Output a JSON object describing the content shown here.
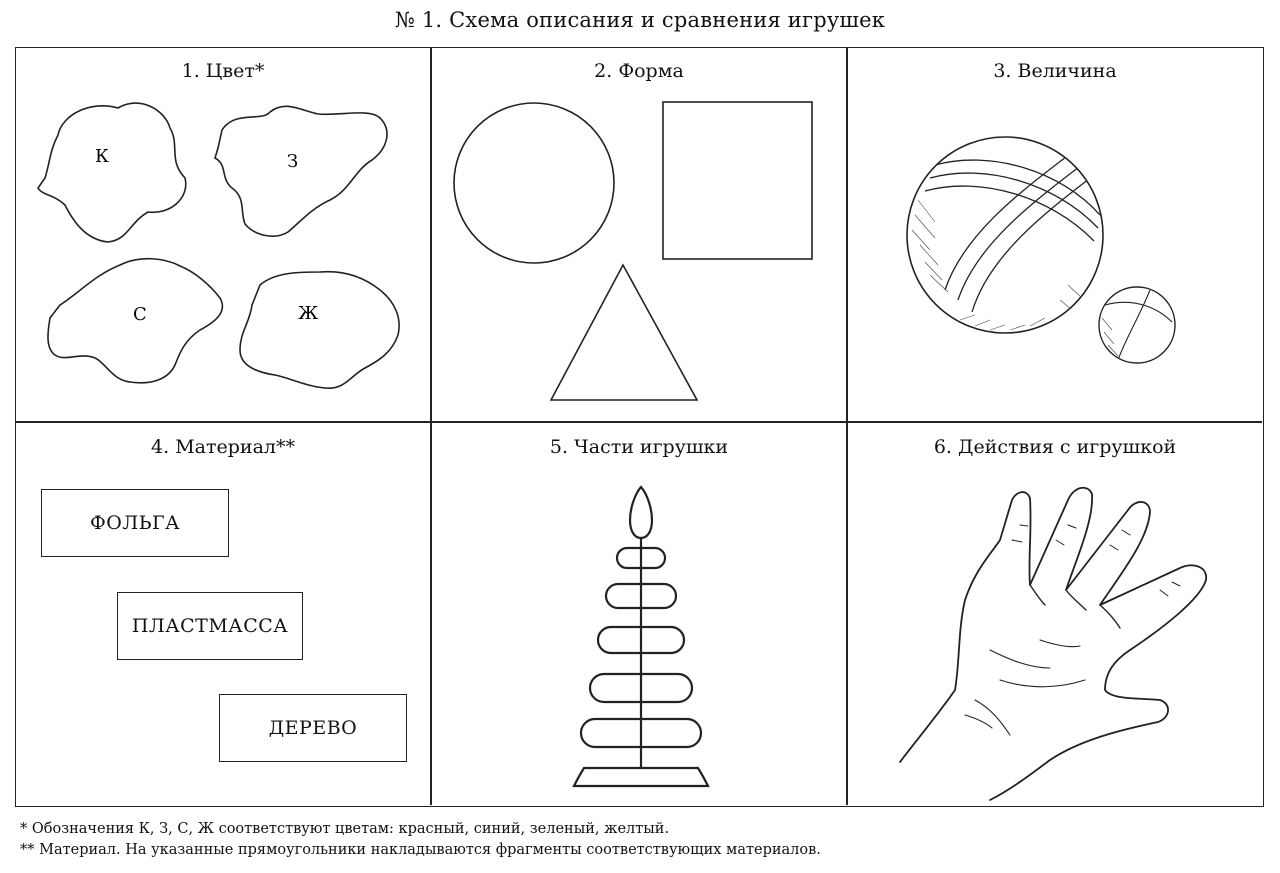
{
  "page": {
    "title": "№ 1. Схема описания и сравнения игрушек"
  },
  "cells": {
    "color": {
      "title": "1. Цвет*",
      "letters": [
        "К",
        "З",
        "С",
        "Ж"
      ]
    },
    "shape": {
      "title": "2. Форма"
    },
    "size": {
      "title": "3. Величина"
    },
    "material": {
      "title": "4. Материал**",
      "boxes": [
        "ФОЛЬГА",
        "ПЛАСТМАССА",
        "ДЕРЕВО"
      ]
    },
    "parts": {
      "title": "5. Части игрушки"
    },
    "actions": {
      "title": "6. Действия с игрушкой"
    }
  },
  "footnotes": {
    "first": "* Обозначения К, З, С, Ж соответствуют цветам: красный, синий, зеленый, желтый.",
    "second": "** Материал. На указанные прямоугольники накладываются фрагменты соответствующих материалов."
  }
}
